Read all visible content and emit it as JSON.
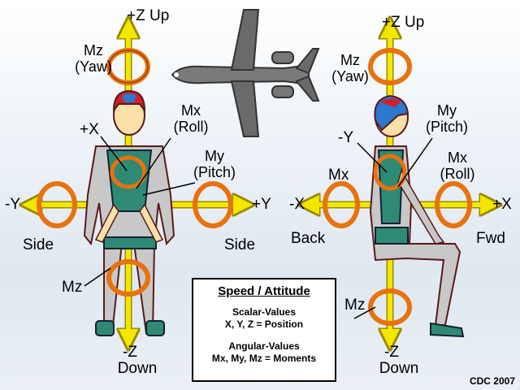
{
  "left_figure": {
    "up": "+Z  Up",
    "down_z": "-Z",
    "down": "Down",
    "yaw": [
      "Mz",
      "(Yaw)"
    ],
    "roll": [
      "Mx",
      "(Roll)"
    ],
    "pitch": [
      "My",
      "(Pitch)"
    ],
    "plus_x": "+X",
    "minus_y": "-Y",
    "plus_y": "+Y",
    "side_left": "Side",
    "side_right": "Side",
    "mz_lower": "Mz"
  },
  "right_figure": {
    "up": "+Z  Up",
    "down_z": "-Z",
    "down": "Down",
    "yaw": [
      "Mz",
      "(Yaw)"
    ],
    "pitch": [
      "My",
      "(Pitch)"
    ],
    "roll": [
      "Mx",
      "(Roll)"
    ],
    "mx_left": "Mx",
    "minus_y": "-Y",
    "minus_x": "-X",
    "plus_x": "+X",
    "back": "Back",
    "fwd": "Fwd",
    "mz_lower": "Mz"
  },
  "info_box": {
    "title": "Speed / Attitude",
    "scalar_title": "Scalar-Values",
    "scalar_text": "X, Y, Z = Position",
    "angular_title": "Angular-Values",
    "angular_text": "Mx, My, Mz = Moments"
  },
  "credit": "CDC 2007",
  "colors": {
    "axis": "#f3e600",
    "axis_outline": "#9a8a00",
    "ring": "#e8720c",
    "suit": "#c8c8c8",
    "harness": "#2f8a74",
    "helmet_red": "#d0202a",
    "helmet_blue": "#2a78d0",
    "plane": "#707070"
  }
}
